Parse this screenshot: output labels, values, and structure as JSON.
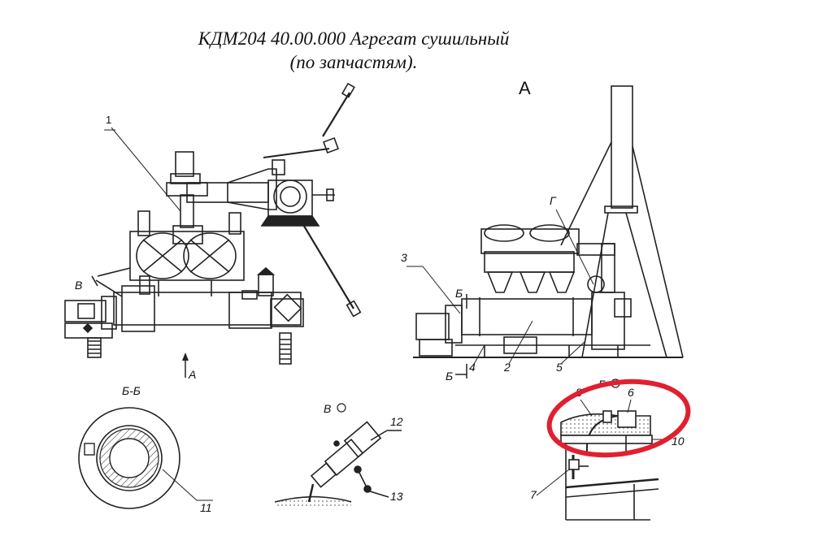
{
  "title": {
    "line1": "КДМ204 40.00.000 Агрегат сушильный",
    "line2": "(по запчастям)."
  },
  "views": {
    "view_a": "А",
    "section_bb": "Б-Б",
    "view_v": "В",
    "view_g": "Г",
    "arrow_a": "А",
    "arrow_v": "В",
    "arrow_g": "Г",
    "cut_b_top": "Б",
    "cut_b_bottom": "Б"
  },
  "callouts": [
    "1",
    "2",
    "3",
    "4",
    "5",
    "6",
    "7",
    "8",
    "10",
    "11",
    "12",
    "13"
  ],
  "highlight": {
    "shape": "ellipse",
    "color": "#e02030"
  },
  "colors": {
    "line": "#222222",
    "fill": "#ffffff",
    "hatch": "#444444"
  }
}
